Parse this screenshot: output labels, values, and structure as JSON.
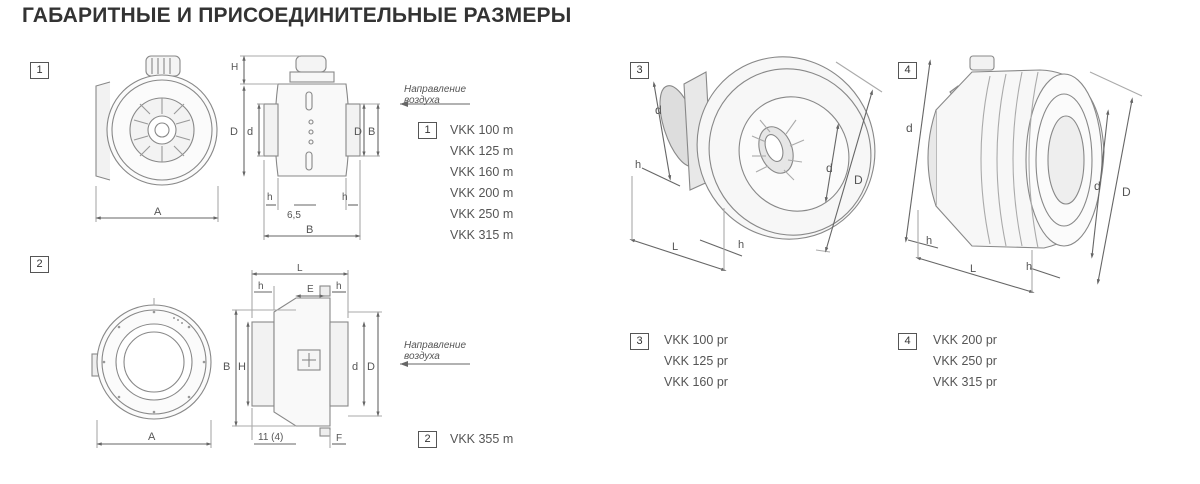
{
  "title": "ГАБАРИТНЫЕ И ПРИСОЕДИНИТЕЛЬНЫЕ РАЗМЕРЫ",
  "airflow_direction": {
    "line1": "Направление",
    "line2": "воздуха"
  },
  "dim": {
    "A": "A",
    "B": "B",
    "D": "D",
    "d": "d",
    "H": "H",
    "h": "h",
    "L": "L",
    "E": "E",
    "F": "F",
    "gap": "6,5",
    "bolts": "11 (4)"
  },
  "figures": [
    {
      "number": "1",
      "models": [
        "VKK 100 m",
        "VKK 125 m",
        "VKK 160 m",
        "VKK 200 m",
        "VKK 250 m",
        "VKK 315 m"
      ]
    },
    {
      "number": "2",
      "models": [
        "VKK 355 m"
      ]
    },
    {
      "number": "3",
      "models": [
        "VKK 100 pr",
        "VKK 125 pr",
        "VKK 160 pr"
      ]
    },
    {
      "number": "4",
      "models": [
        "VKK 200 pr",
        "VKK 250 pr",
        "VKK 315 pr"
      ]
    }
  ]
}
